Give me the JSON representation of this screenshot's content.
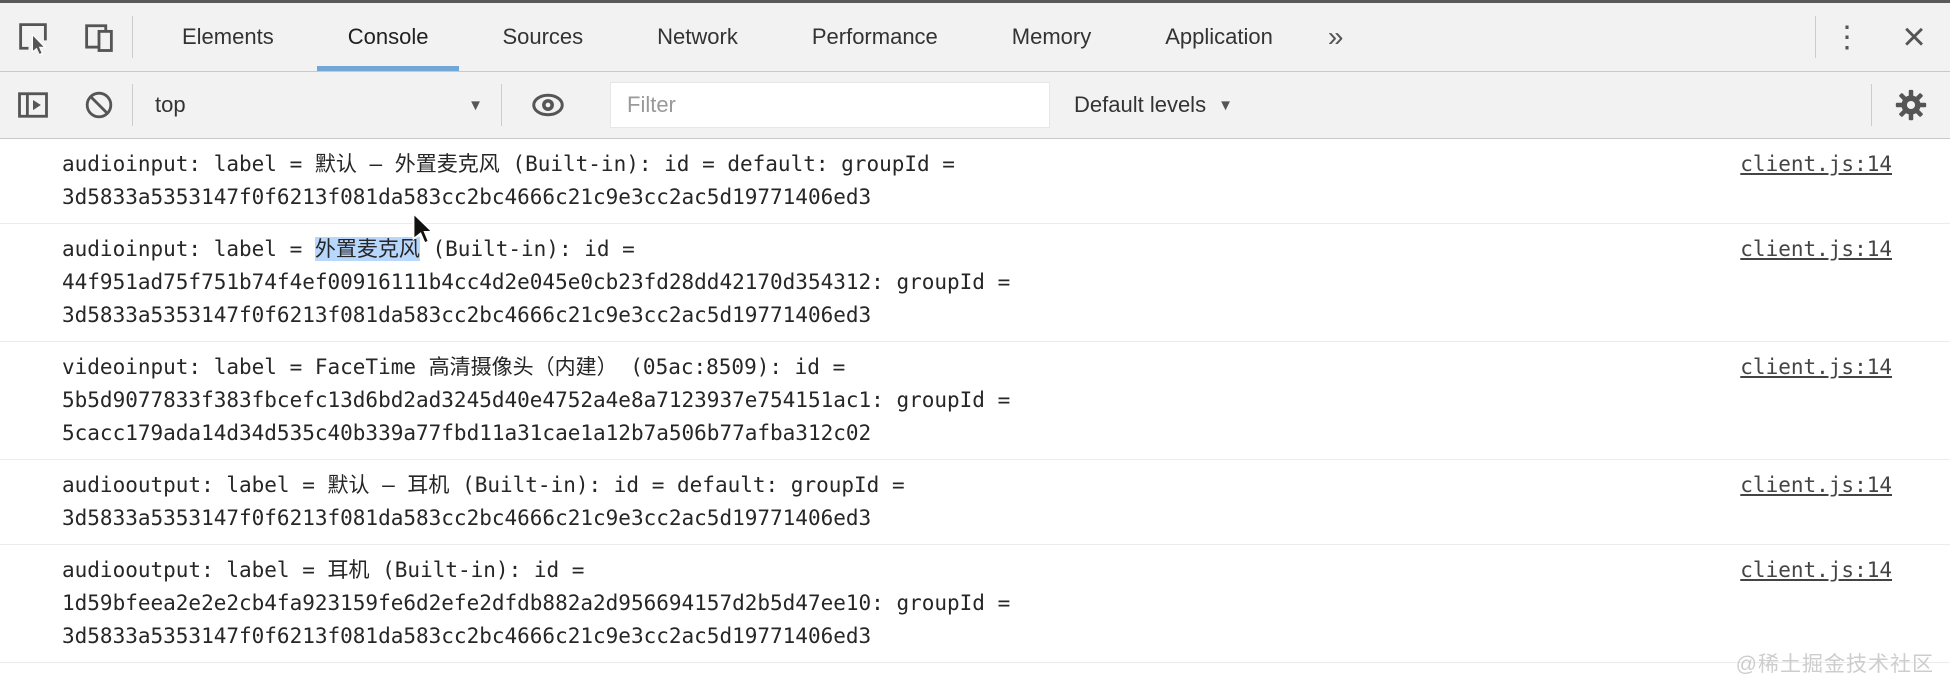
{
  "tabbar": {
    "tabs": [
      {
        "label": "Elements",
        "active": false
      },
      {
        "label": "Console",
        "active": true
      },
      {
        "label": "Sources",
        "active": false
      },
      {
        "label": "Network",
        "active": false
      },
      {
        "label": "Performance",
        "active": false
      },
      {
        "label": "Memory",
        "active": false
      },
      {
        "label": "Application",
        "active": false
      }
    ],
    "overflow_chevron": "»",
    "menu_glyph": "⋮",
    "close_glyph": "×"
  },
  "toolbar": {
    "context": "top",
    "caret": "▼",
    "filter_placeholder": "Filter",
    "levels_label": "Default levels"
  },
  "console": {
    "source_link": "client.js:14",
    "messages": [
      {
        "line1": "audioinput: label = 默认 – 外置麦克风 (Built-in): id = default: groupId =",
        "line2": "3d5833a5353147f0f6213f081da583cc2bc4666c21c9e3cc2ac5d19771406ed3"
      },
      {
        "line1_pre": "audioinput: label = ",
        "line1_selected": "外置麦克风",
        "line1_post": " (Built-in): id =",
        "line2": "44f951ad75f751b74f4ef00916111b4cc4d2e045e0cb23fd28dd42170d354312: groupId =",
        "line3": "3d5833a5353147f0f6213f081da583cc2bc4666c21c9e3cc2ac5d19771406ed3"
      },
      {
        "line1": "videoinput: label = FaceTime 高清摄像头（内建） (05ac:8509): id =",
        "line2": "5b5d9077833f383fbcefc13d6bd2ad3245d40e4752a4e8a7123937e754151ac1: groupId =",
        "line3": "5cacc179ada14d34d535c40b339a77fbd11a31cae1a12b7a506b77afba312c02"
      },
      {
        "line1": "audiooutput: label = 默认 – 耳机 (Built-in): id = default: groupId =",
        "line2": "3d5833a5353147f0f6213f081da583cc2bc4666c21c9e3cc2ac5d19771406ed3"
      },
      {
        "line1": "audiooutput: label = 耳机 (Built-in): id =",
        "line2": "1d59bfeea2e2e2cb4fa923159fe6d2efe2dfdb882a2d956694157d2b5d47ee10: groupId =",
        "line3": "3d5833a5353147f0f6213f081da583cc2bc4666c21c9e3cc2ac5d19771406ed3"
      }
    ]
  },
  "watermark": "@稀土掘金技术社区",
  "colors": {
    "toolbar_bg": "#f2f2f2",
    "active_tab_underline": "#73a7d8",
    "selection_highlight": "#b8d7fc",
    "link": "#444444",
    "placeholder": "#999999"
  }
}
